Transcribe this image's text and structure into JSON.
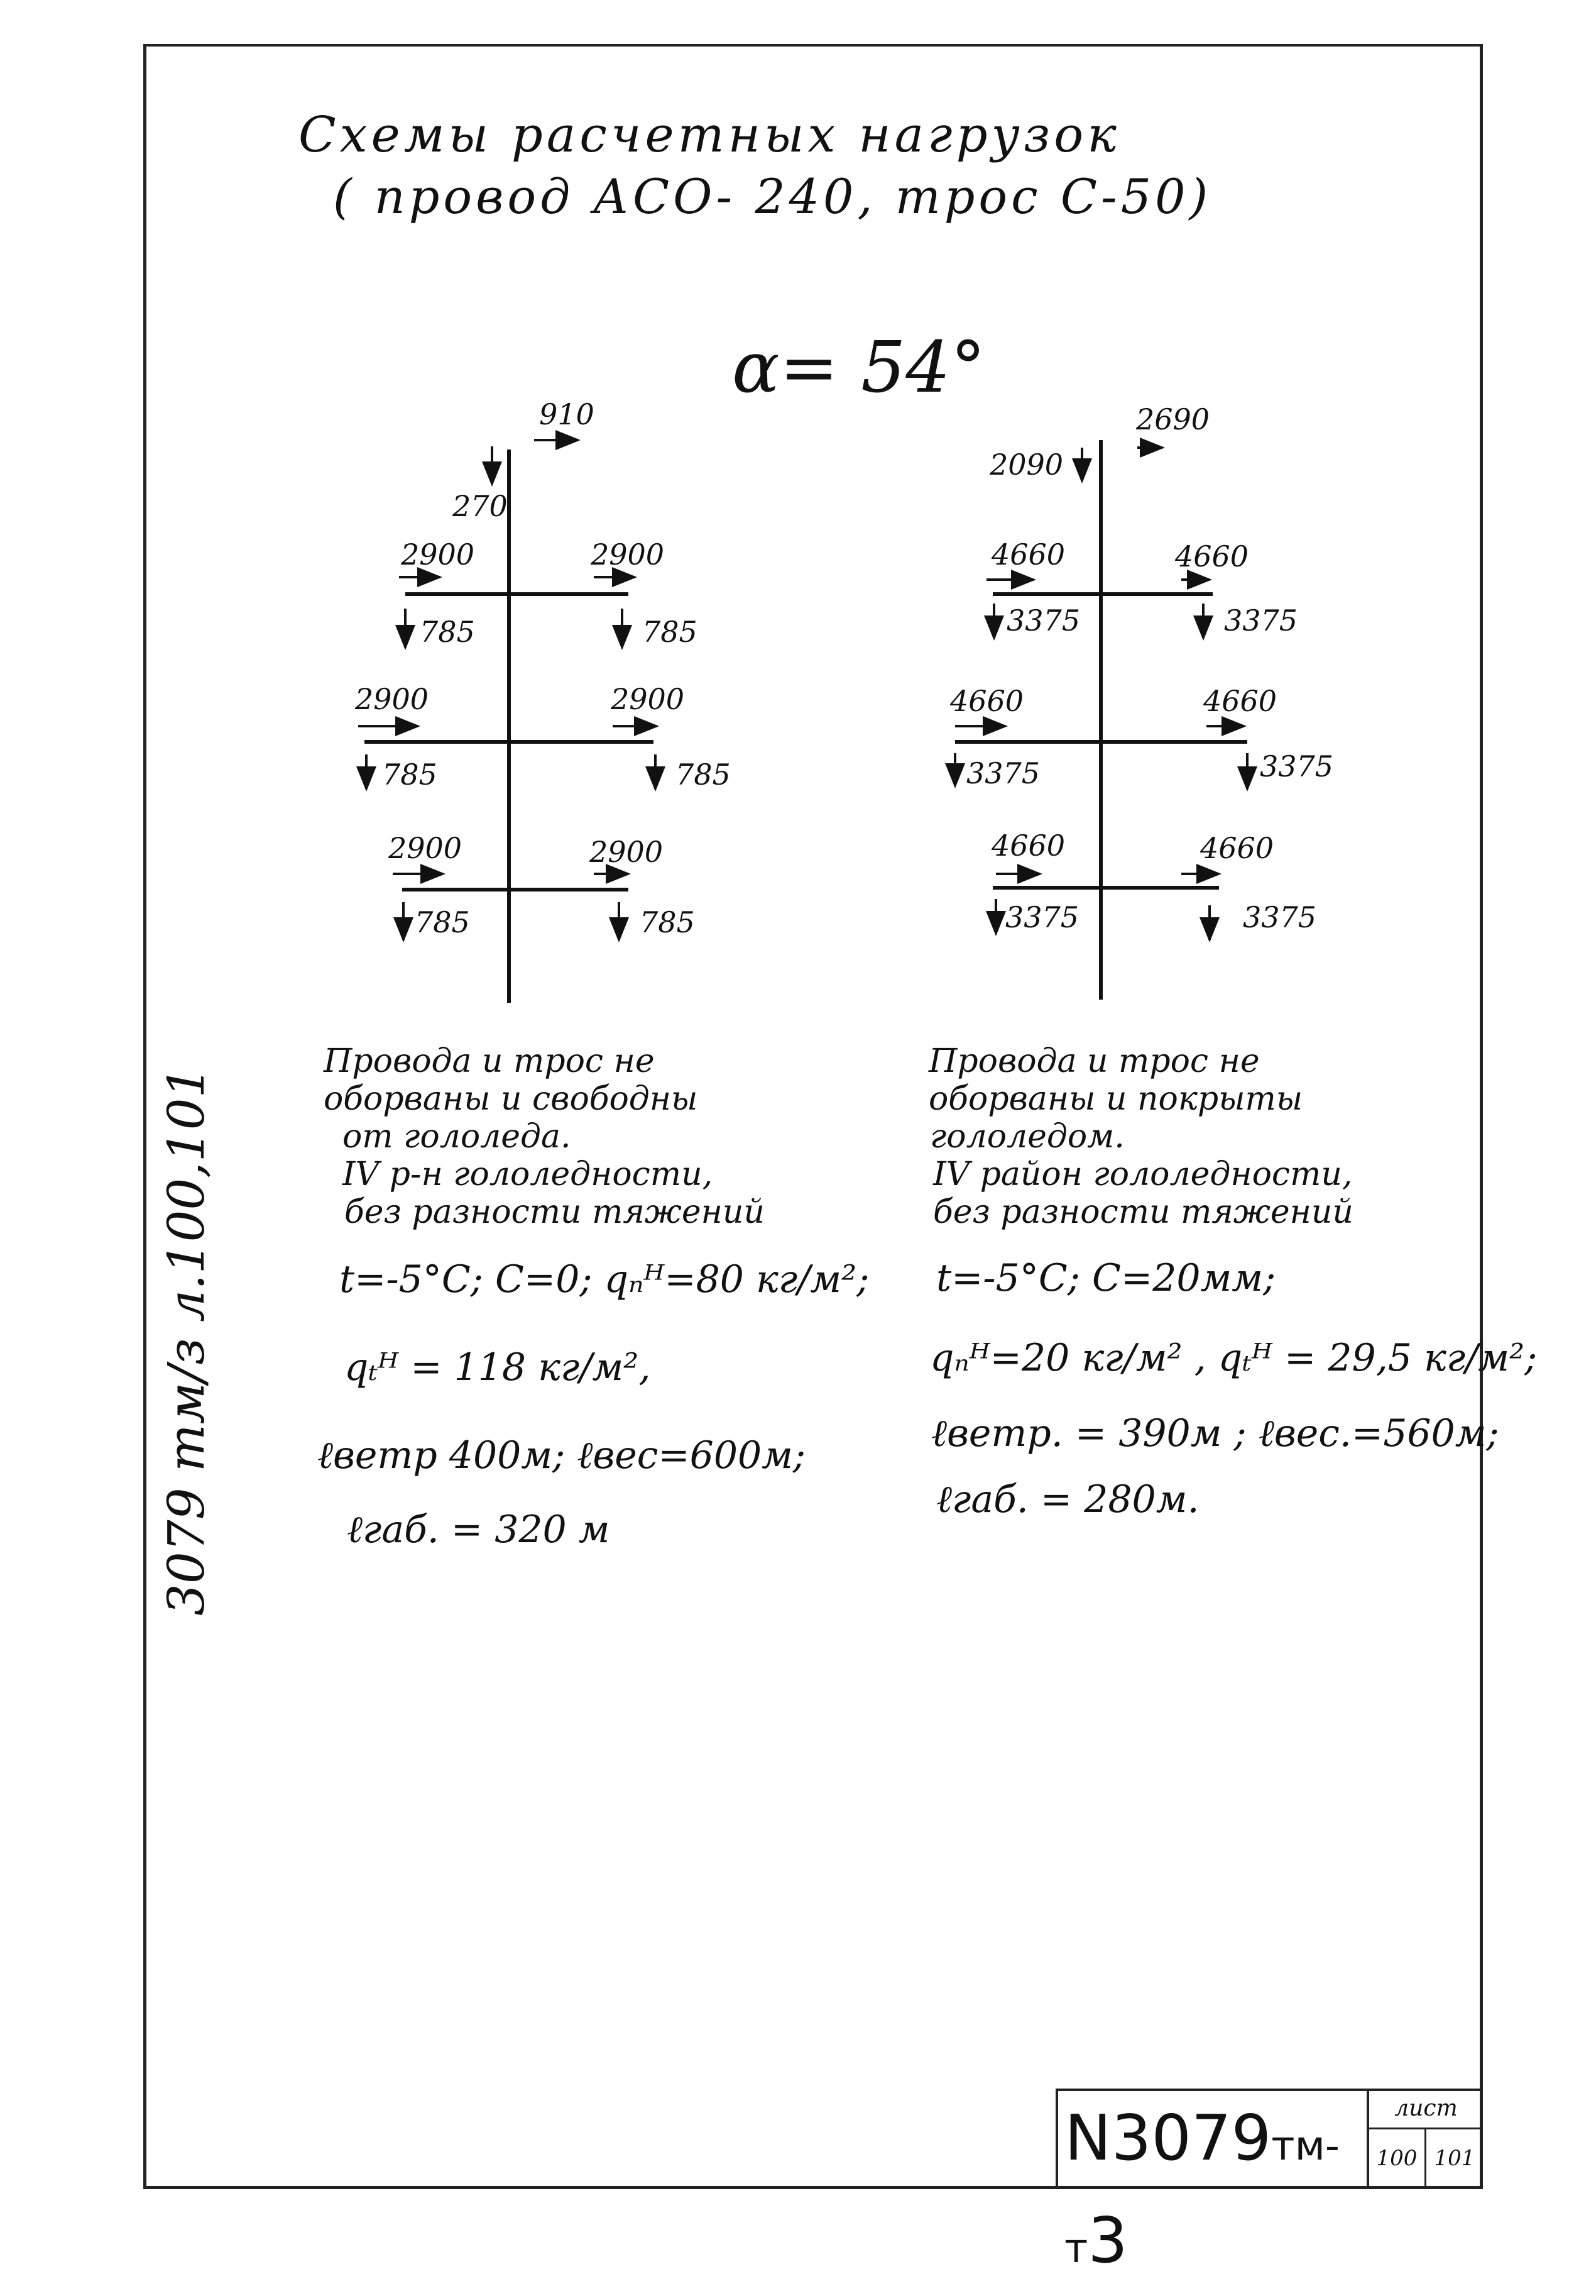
{
  "title_line1": "Схемы расчетных нагрузок",
  "title_line2": "( провод АСО- 240, трос С-50)",
  "angle": "α= 54°",
  "left_scheme": {
    "top_horizontal": "910",
    "top_vertical": "270",
    "tier1_left_h": "2900",
    "tier1_right_h": "2900",
    "tier1_left_v": "785",
    "tier1_right_v": "785",
    "tier2_left_h": "2900",
    "tier2_right_h": "2900",
    "tier2_left_v": "785",
    "tier2_right_v": "785",
    "tier3_left_h": "2900",
    "tier3_right_h": "2900",
    "tier3_left_v": "785",
    "tier3_right_v": "785",
    "note": [
      "Провода и трос не",
      "оборваны и свободны",
      "от гололеда.",
      "IV р-н гололедности,",
      "без разности тяжений"
    ],
    "formula1": "t=-5°C; C=0; qₙᴴ=80 кг/м²;",
    "formula2": "qₜᴴ = 118 кг/м²,",
    "formula3": "ℓветр 400м; ℓвес=600м;",
    "formula4": "ℓгаб. = 320 м"
  },
  "right_scheme": {
    "top_horizontal": "2690",
    "top_vertical": "2090",
    "tier1_left_h": "4660",
    "tier1_right_h": "4660",
    "tier1_left_v": "3375",
    "tier1_right_v": "3375",
    "tier2_left_h": "4660",
    "tier2_right_h": "4660",
    "tier2_left_v": "3375",
    "tier2_right_v": "3375",
    "tier3_left_h": "4660",
    "tier3_right_h": "4660",
    "tier3_left_v": "3375",
    "tier3_right_v": "3375",
    "note": [
      "Провода и трос не",
      "оборваны и покрыты",
      "гололедом.",
      "IV район гололедности,",
      "без разности тяжений"
    ],
    "formula1": "t=-5°C; C=20мм;",
    "formula2": "qₙᴴ=20 кг/м² , qₜᴴ = 29,5 кг/м²;",
    "formula3": "ℓветр. = 390м ; ℓвес.=560м;",
    "formula4": "ℓгаб. = 280м."
  },
  "side_code": "3079 тм/з  л.100,101",
  "stamp": {
    "code_main": "N3079",
    "code_small": "тм-т",
    "code_end": "3",
    "sheet_label": "лист",
    "sheet_a": "100",
    "sheet_b": "101"
  }
}
